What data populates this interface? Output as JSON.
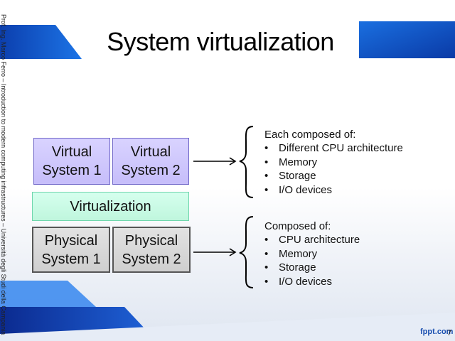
{
  "slide": {
    "title": "System virtualization",
    "side_text": "Prof. Ing. Marco Ferro – Introduction to modern computing infrastructures – Università degli Studi della Campania",
    "page_number": "7",
    "logo_text": "fppt.com"
  },
  "diagram": {
    "virtual_system_1": "Virtual\nSystem 1",
    "virtual_system_2": "Virtual\nSystem 2",
    "virtualization": "Virtualization",
    "physical_system_1": "Physical\nSystem 1",
    "physical_system_2": "Physical\nSystem 2"
  },
  "virtual_details": {
    "heading": "Each composed of:",
    "items": [
      "Different CPU architecture",
      "Memory",
      "Storage",
      "I/O devices"
    ]
  },
  "physical_details": {
    "heading": "Composed of:",
    "items": [
      "CPU architecture",
      "Memory",
      "Storage",
      "I/O devices"
    ]
  },
  "colors": {
    "accent_blue": "#1565d8",
    "dark_blue": "#0b2a8f",
    "virtual_box": "#c9c1fb",
    "virtualization_box": "#c8f7e3",
    "physical_box": "#d6d6d6"
  }
}
